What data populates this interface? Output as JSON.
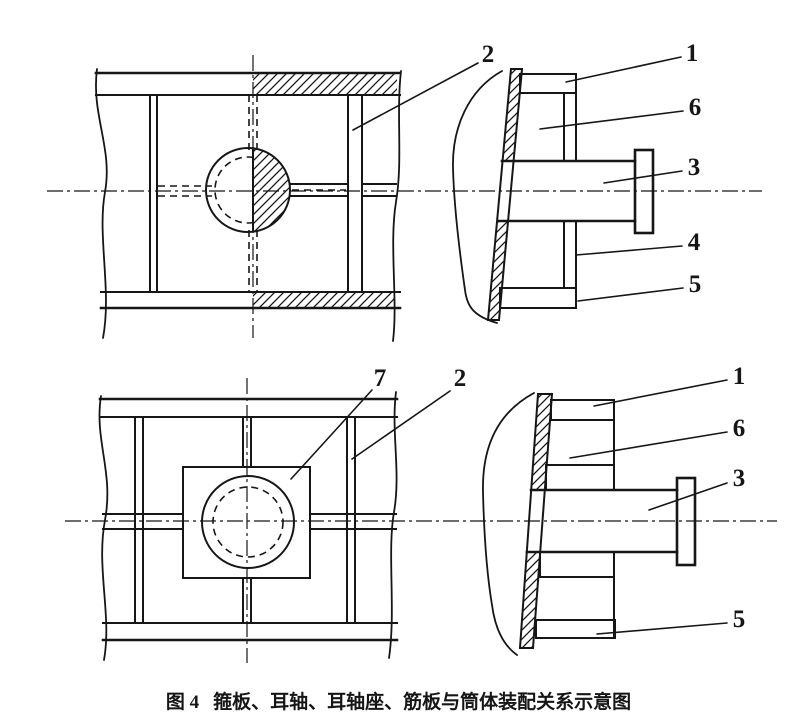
{
  "caption": {
    "figure_label": "图 4",
    "title": "箍板、耳轴、耳轴座、筋板与筒体装配关系示意图"
  },
  "callouts": {
    "top_row": [
      "2",
      "1",
      "6",
      "3",
      "4",
      "5"
    ],
    "bottom_row": [
      "7",
      "2",
      "1",
      "6",
      "3",
      "5"
    ]
  },
  "colors": {
    "ink": "#161616",
    "background": "#ffffff"
  }
}
